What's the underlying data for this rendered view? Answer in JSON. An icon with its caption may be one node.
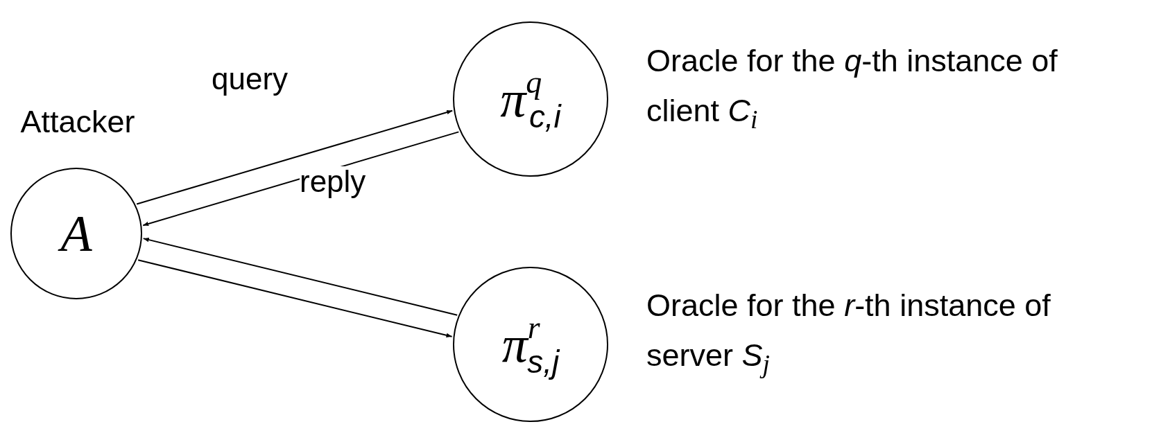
{
  "diagram": {
    "nodes": [
      {
        "text": [
          "A"
        ],
        "beside": [
          "Attacker"
        ]
      },
      {
        "text": [
          "π$^{q}$$_{c,i}$"
        ],
        "beside": [
          "Oracle for the *q*-th instance of client *C*$_{i}$"
        ]
      },
      {
        "text": [
          "π$^{r}$$_{s,j}$"
        ],
        "beside": [
          "Oracle for the *r*-th instance of server *S*$_{j}$"
        ]
      }
    ],
    "edges": [
      {
        "from": 0,
        "to": 1,
        "arrow": "to",
        "label": "query"
      },
      {
        "from": 1,
        "to": 0,
        "arrow": "to",
        "label": "reply"
      },
      {
        "from": 0,
        "to": 2,
        "arrow": "to"
      },
      {
        "from": 2,
        "to": 0,
        "arrow": "to"
      }
    ]
  }
}
